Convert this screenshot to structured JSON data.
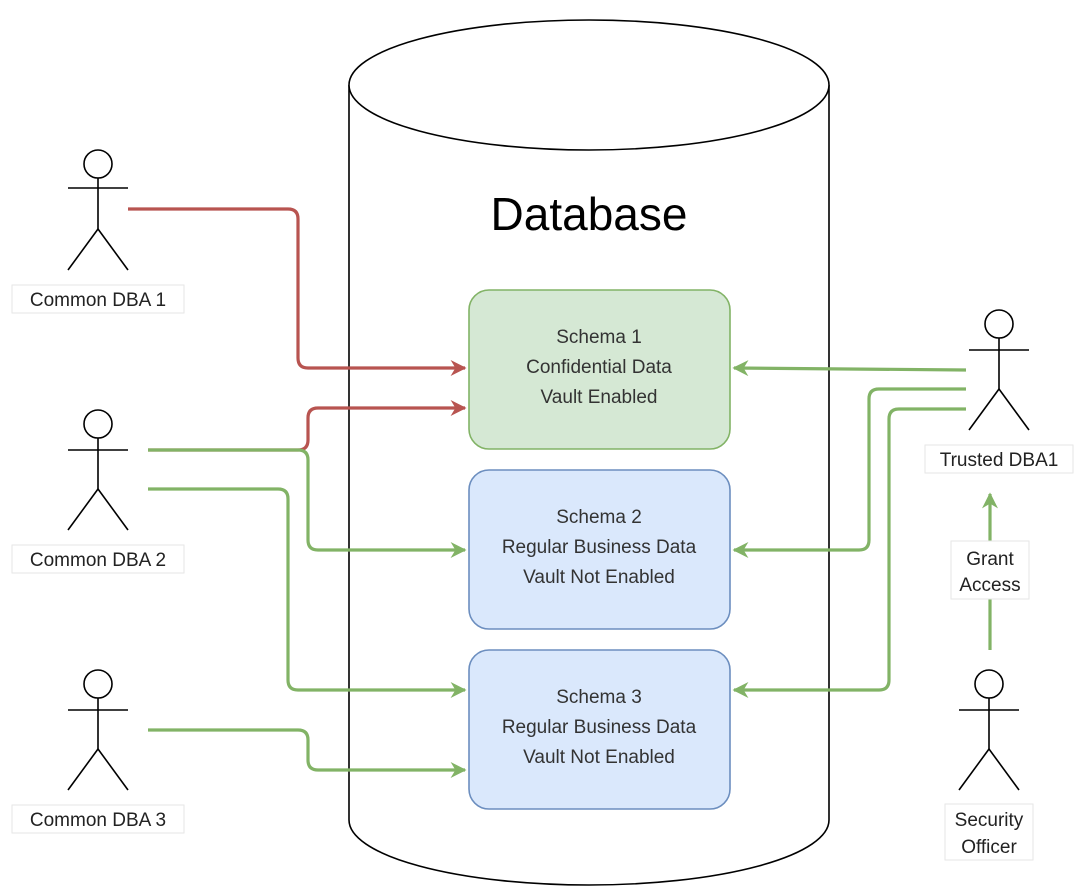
{
  "colors": {
    "red_arrow": "#b85450",
    "green_arrow": "#82b366",
    "schema_confidential_fill": "#d5e8d4",
    "schema_confidential_stroke": "#82b366",
    "schema_regular_fill": "#dae8fc",
    "schema_regular_stroke": "#6c8ebf"
  },
  "database": {
    "title": "Database"
  },
  "schemas": [
    {
      "lines": [
        "Schema 1",
        "Confidential Data",
        "Vault Enabled"
      ],
      "kind": "confidential"
    },
    {
      "lines": [
        "Schema 2",
        "Regular Business Data",
        "Vault Not Enabled"
      ],
      "kind": "regular"
    },
    {
      "lines": [
        "Schema 3",
        "Regular Business Data",
        "Vault Not Enabled"
      ],
      "kind": "regular"
    }
  ],
  "actors": [
    {
      "label_lines": [
        "Common DBA 1"
      ]
    },
    {
      "label_lines": [
        "Common DBA 2"
      ]
    },
    {
      "label_lines": [
        "Common DBA 3"
      ]
    },
    {
      "label_lines": [
        "Trusted DBA1"
      ]
    },
    {
      "label_lines": [
        "Security",
        "Officer"
      ]
    }
  ],
  "edges": [
    {
      "from": "Common DBA 1",
      "to": "Schema 1",
      "color": "red"
    },
    {
      "from": "Common DBA 2",
      "to": "Schema 1",
      "color": "red"
    },
    {
      "from": "Common DBA 2",
      "to": "Schema 2",
      "color": "green"
    },
    {
      "from": "Common DBA 2",
      "to": "Schema 3",
      "color": "green"
    },
    {
      "from": "Common DBA 3",
      "to": "Schema 3",
      "color": "green"
    },
    {
      "from": "Trusted DBA1",
      "to": "Schema 1",
      "color": "green"
    },
    {
      "from": "Trusted DBA1",
      "to": "Schema 2",
      "color": "green"
    },
    {
      "from": "Trusted DBA1",
      "to": "Schema 3",
      "color": "green"
    },
    {
      "from": "Security Officer",
      "to": "Trusted DBA1",
      "color": "green",
      "label_lines": [
        "Grant",
        "Access"
      ]
    }
  ]
}
